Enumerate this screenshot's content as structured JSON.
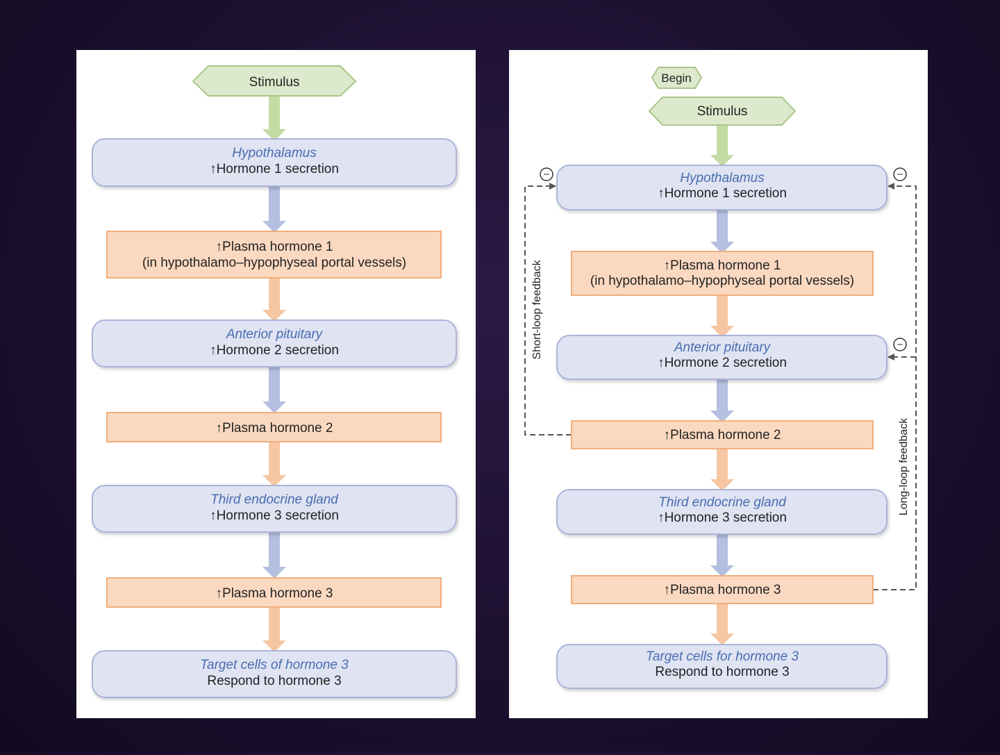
{
  "left_panel": {
    "stimulus": "Stimulus",
    "hypothalamus": {
      "title": "Hypothalamus",
      "text": "↑Hormone 1 secretion"
    },
    "plasma1": {
      "line1": "↑Plasma hormone 1",
      "line2": "(in hypothalamo–hypophyseal portal vessels)"
    },
    "anterior": {
      "title": "Anterior pituitary",
      "text": "↑Hormone 2 secretion"
    },
    "plasma2": {
      "line1": "↑Plasma hormone 2"
    },
    "third": {
      "title": "Third endocrine gland",
      "text": "↑Hormone 3 secretion"
    },
    "plasma3": {
      "line1": "↑Plasma hormone 3"
    },
    "target": {
      "title": "Target cells of hormone 3",
      "text": "Respond to hormone 3"
    }
  },
  "right_panel": {
    "begin": "Begin",
    "stimulus": "Stimulus",
    "hypothalamus": {
      "title": "Hypothalamus",
      "text": "↑Hormone 1 secretion"
    },
    "plasma1": {
      "line1": "↑Plasma hormone 1",
      "line2": "(in hypothalamo–hypophyseal portal vessels)"
    },
    "anterior": {
      "title": "Anterior pituitary",
      "text": "↑Hormone 2 secretion"
    },
    "plasma2": {
      "line1": "↑Plasma hormone 2"
    },
    "third": {
      "title": "Third endocrine gland",
      "text": "↑Hormone 3 secretion"
    },
    "plasma3": {
      "line1": "↑Plasma hormone 3"
    },
    "target": {
      "title": "Target cells for hormone 3",
      "text": "Respond to hormone 3"
    },
    "short_loop": "Short-loop feedback",
    "long_loop": "Long-loop feedback",
    "inhibit_symbol": "−"
  },
  "colors": {
    "background": "#1c1030",
    "panel": "#ffffff",
    "stimulus_fill": "#dde9cc",
    "stimulus_stroke": "#a9c68a",
    "region_fill": "#dfe3f2",
    "region_stroke": "#aab4d8",
    "region_title": "#4a6db0",
    "plasma_fill": "#fbd9c0",
    "plasma_stroke": "#f0ad7c",
    "blue_arrow": "#aab6da",
    "orange_arrow": "#f7c09a",
    "green_arrow": "#c4dba6"
  }
}
